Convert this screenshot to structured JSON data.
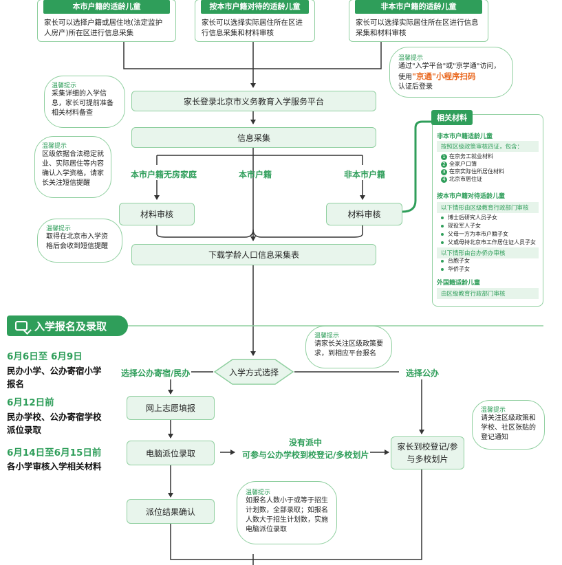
{
  "top_cards": [
    {
      "header": "本市户籍的适龄儿童",
      "desc": "家长可以选择户籍或居住地(法定监护人房产)所在区进行信息采集"
    },
    {
      "header": "按本市户籍对待的适龄儿童",
      "desc": "家长可以选择实际居住所在区进行信息采集和材料审核"
    },
    {
      "header": "非本市户籍的适龄儿童",
      "desc": "家长可以选择实际居住所在区进行信息采集和材料审核"
    }
  ],
  "tips": {
    "title": "温馨提示",
    "jingxuetong_a": "通过\"入学平台\"或\"京学通\"访问，使用",
    "jingxuetong_highlight": "\"京通\"小程序扫码",
    "jingxuetong_b": "认证后登录",
    "collect": "采集详细的入学信息，家长可提前准备相关材料备查",
    "verify": "区级依据合法稳定就业、实际居住等内容确认入学资格，请家长关注短信提醒",
    "sms": "取得在北京市入学资格后会收到短信提醒",
    "policy": "请家长关注区级政策要求，到相应平台报名",
    "school": "请关注区级政策和学校、社区张贴的登记通知",
    "lottery": "如报名人数小于或等于招生计划数，全部录取；如报名人数大于招生计划数，实施电脑派位录取"
  },
  "flow": {
    "login": "家长登录北京市义务教育入学服务平台",
    "info": "信息采集",
    "branch_no_house": "本市户籍无房家庭",
    "branch_local": "本市户籍",
    "branch_nonlocal": "非本市户籍",
    "review_left": "材料审核",
    "review_right": "材料审核",
    "download": "下载学龄人口信息采集表",
    "choose": "入学方式选择",
    "choose_private": "选择公办寄宿/民办",
    "choose_public": "选择公办",
    "wish": "网上志愿填报",
    "lottery": "电脑派位录取",
    "no_assign_1": "没有派中",
    "no_assign_2": "可参与公办学校到校登记/多校划片",
    "confirm": "派位结果确认",
    "register": "家长到校登记/参与多校划片"
  },
  "materials": {
    "title": "相关材料",
    "nonlocal_title": "非本市户籍适龄儿童",
    "nonlocal_sub": "按照区级政策审核四证，包含：",
    "nonlocal_items": [
      "在京务工就业材料",
      "全家户口簿",
      "在京实际住所居住材料",
      "北京市居住证"
    ],
    "treated_title": "按本市户籍对待适龄儿童",
    "treated_sub1": "以下情形由区级教育行政部门审核",
    "treated_items1": [
      "博士后研究人员子女",
      "现役军人子女",
      "父母一方为本市户籍子女",
      "父或母持北京市工作居住证人员子女"
    ],
    "treated_sub2": "以下情形由台办侨办审核",
    "treated_items2": [
      "台胞子女",
      "华侨子女"
    ],
    "foreign_title": "外国籍适龄儿童",
    "foreign_sub": "由区级教育行政部门审核"
  },
  "enroll": {
    "banner": "入学报名及录取",
    "date1": "6月6日至 6月9日",
    "text1a": "民办小学、公办寄宿小学",
    "text1b": "报名",
    "date2": "6月12日前",
    "text2a": "民办学校、公办寄宿学校",
    "text2b": "派位录取",
    "date3": "6月14日至6月15日前",
    "text3": "各小学审核入学相关材料"
  },
  "colors": {
    "green": "#2f9e5a",
    "light_green": "#e8f5ec",
    "border": "#8fcf9f",
    "orange": "#e9651b",
    "line": "#333333"
  }
}
